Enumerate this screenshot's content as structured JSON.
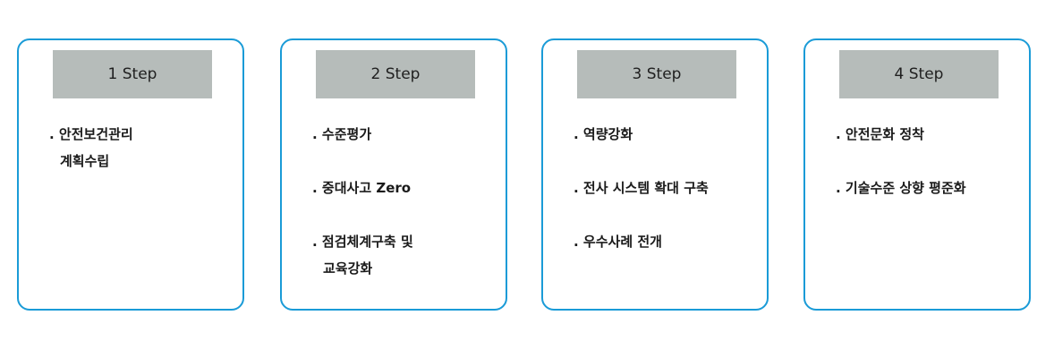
{
  "colors": {
    "card_border": "#1a9bd7",
    "header_bg": "#b6bcba"
  },
  "steps": [
    {
      "title": "1 Step",
      "items": [
        ". 안전보건관리\n계획수립"
      ]
    },
    {
      "title": "2 Step",
      "items": [
        ". 수준평가",
        ". 중대사고 Zero",
        ". 점검체계구축 및\n교육강화"
      ]
    },
    {
      "title": "3 Step",
      "items": [
        ". 역량강화",
        ". 전사 시스템 확대 구축",
        ". 우수사례 전개"
      ]
    },
    {
      "title": "4 Step",
      "items": [
        ". 안전문화 정착",
        ". 기술수준 상향 평준화"
      ]
    }
  ]
}
